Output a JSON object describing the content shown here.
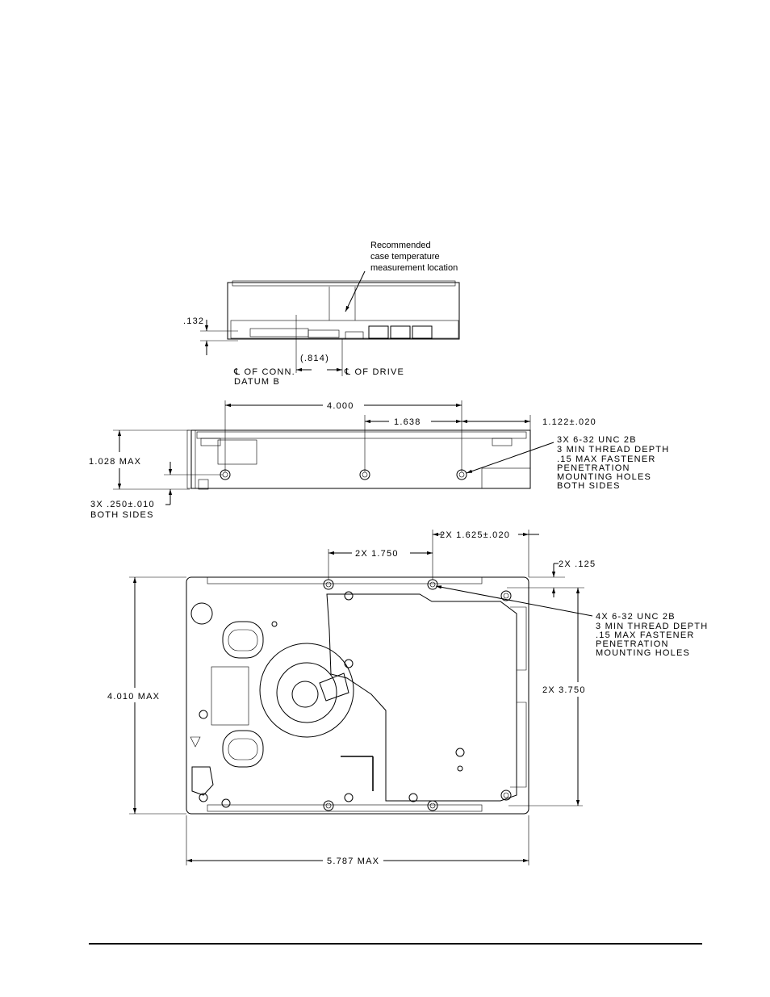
{
  "note": {
    "line1": "Recommended",
    "line2": "case temperature",
    "line3": "measurement location"
  },
  "front_view": {
    "dim_132": ".132",
    "dim_814": "(.814)",
    "conn_center": "℄ OF CONN.",
    "datum_b": "DATUM B",
    "drive_center": "℄ OF DRIVE"
  },
  "side_view": {
    "dim_4000": "4.000",
    "dim_1638": "1.638",
    "dim_1122": "1.122±.020",
    "dim_1028": "1.028 MAX",
    "dim_250_a": "3X .250±.010",
    "dim_250_b": "BOTH SIDES",
    "holes_note": [
      "3X 6-32 UNC 2B",
      "3 MIN THREAD DEPTH",
      ".15 MAX FASTENER",
      "PENETRATION",
      "MOUNTING HOLES",
      "BOTH SIDES"
    ]
  },
  "bottom_view": {
    "dim_1625": "2X 1.625±.020",
    "dim_1750": "2X 1.750",
    "dim_125": "2X .125",
    "holes_note": [
      "4X 6-32 UNC 2B",
      "3 MIN THREAD DEPTH",
      ".15 MAX FASTENER",
      "PENETRATION",
      "MOUNTING HOLES"
    ],
    "dim_4010": "4.010 MAX",
    "dim_3750": "2X 3.750",
    "dim_5787": "5.787 MAX"
  }
}
